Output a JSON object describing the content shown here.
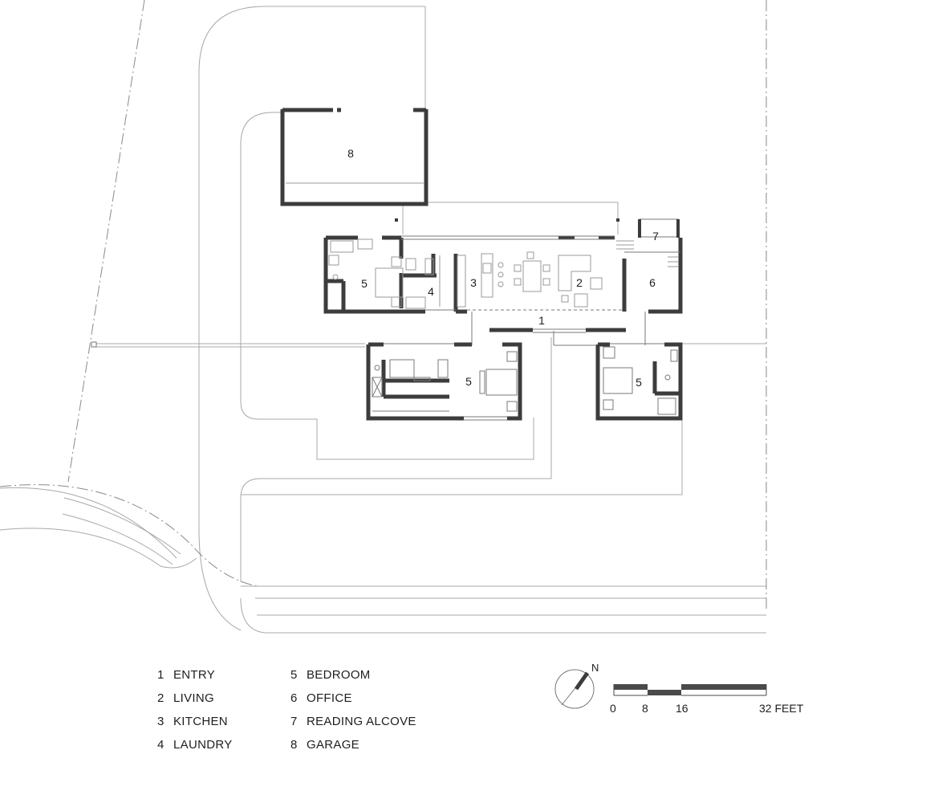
{
  "room_numbers": {
    "entry": "1",
    "living": "2",
    "kitchen": "3",
    "laundry": "4",
    "bedroom": "5",
    "office": "6",
    "reading_alcove": "7",
    "garage": "8"
  },
  "legend": [
    {
      "num": "1",
      "label": "ENTRY"
    },
    {
      "num": "2",
      "label": "LIVING"
    },
    {
      "num": "3",
      "label": "KITCHEN"
    },
    {
      "num": "4",
      "label": "LAUNDRY"
    },
    {
      "num": "5",
      "label": "BEDROOM"
    },
    {
      "num": "6",
      "label": "OFFICE"
    },
    {
      "num": "7",
      "label": "READING ALCOVE"
    },
    {
      "num": "8",
      "label": "GARAGE"
    }
  ],
  "north_arrow": {
    "label": "N"
  },
  "scale_bar": {
    "labels": [
      "0",
      "8",
      "16",
      "32 FEET"
    ]
  },
  "colors": {
    "wall": "#3c3c3c",
    "line": "#9a9a9a",
    "text": "#1e1e1e"
  }
}
